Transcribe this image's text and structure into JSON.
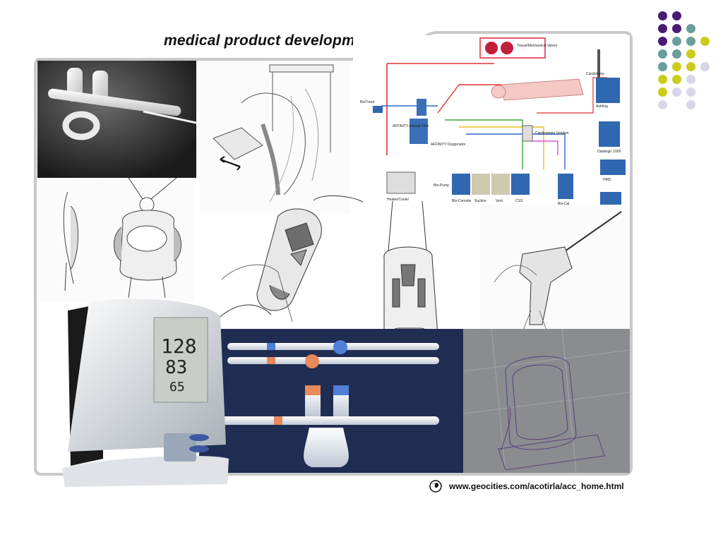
{
  "slide": {
    "title": "medical product development",
    "url": "www.geocities.com/acotirla/acc_home.html",
    "icon": "globe-icon"
  },
  "lcd": {
    "systolic": "128",
    "diastolic": "83",
    "pulse": "65"
  },
  "diagram_labels": {
    "valves": "Tissue/Mechanical Valves",
    "cardioplegia": "Cardioplegia Solution",
    "heater_cooler": "Heater/Cooler",
    "bio_pump": "Bio-Pump",
    "bio_console": "Bio-Console",
    "suction": "Suction",
    "vent": "Vent",
    "css": "CSS",
    "bio_cal": "Bio-Cal",
    "affinity_filter": "AFFINITY Arterial Filter",
    "affinity_oxygenator": "AFFINITY Oxygenator",
    "autolog": "Autolog",
    "cardiotomy": "Cardiotomy",
    "ds_1000": "Datalogic 1000",
    "hms": "HMS",
    "bio_trend": "BioTrend"
  },
  "colors": {
    "dots_purple": "#4b1a74",
    "dots_teal": "#6a9d9e",
    "dots_yellow": "#cccc1e",
    "dots_lavender": "#d9d6e9",
    "navy_panel": "#1f2d52",
    "cad_grey": "#8a8c90",
    "photo_dark": "#2a2a2a"
  }
}
